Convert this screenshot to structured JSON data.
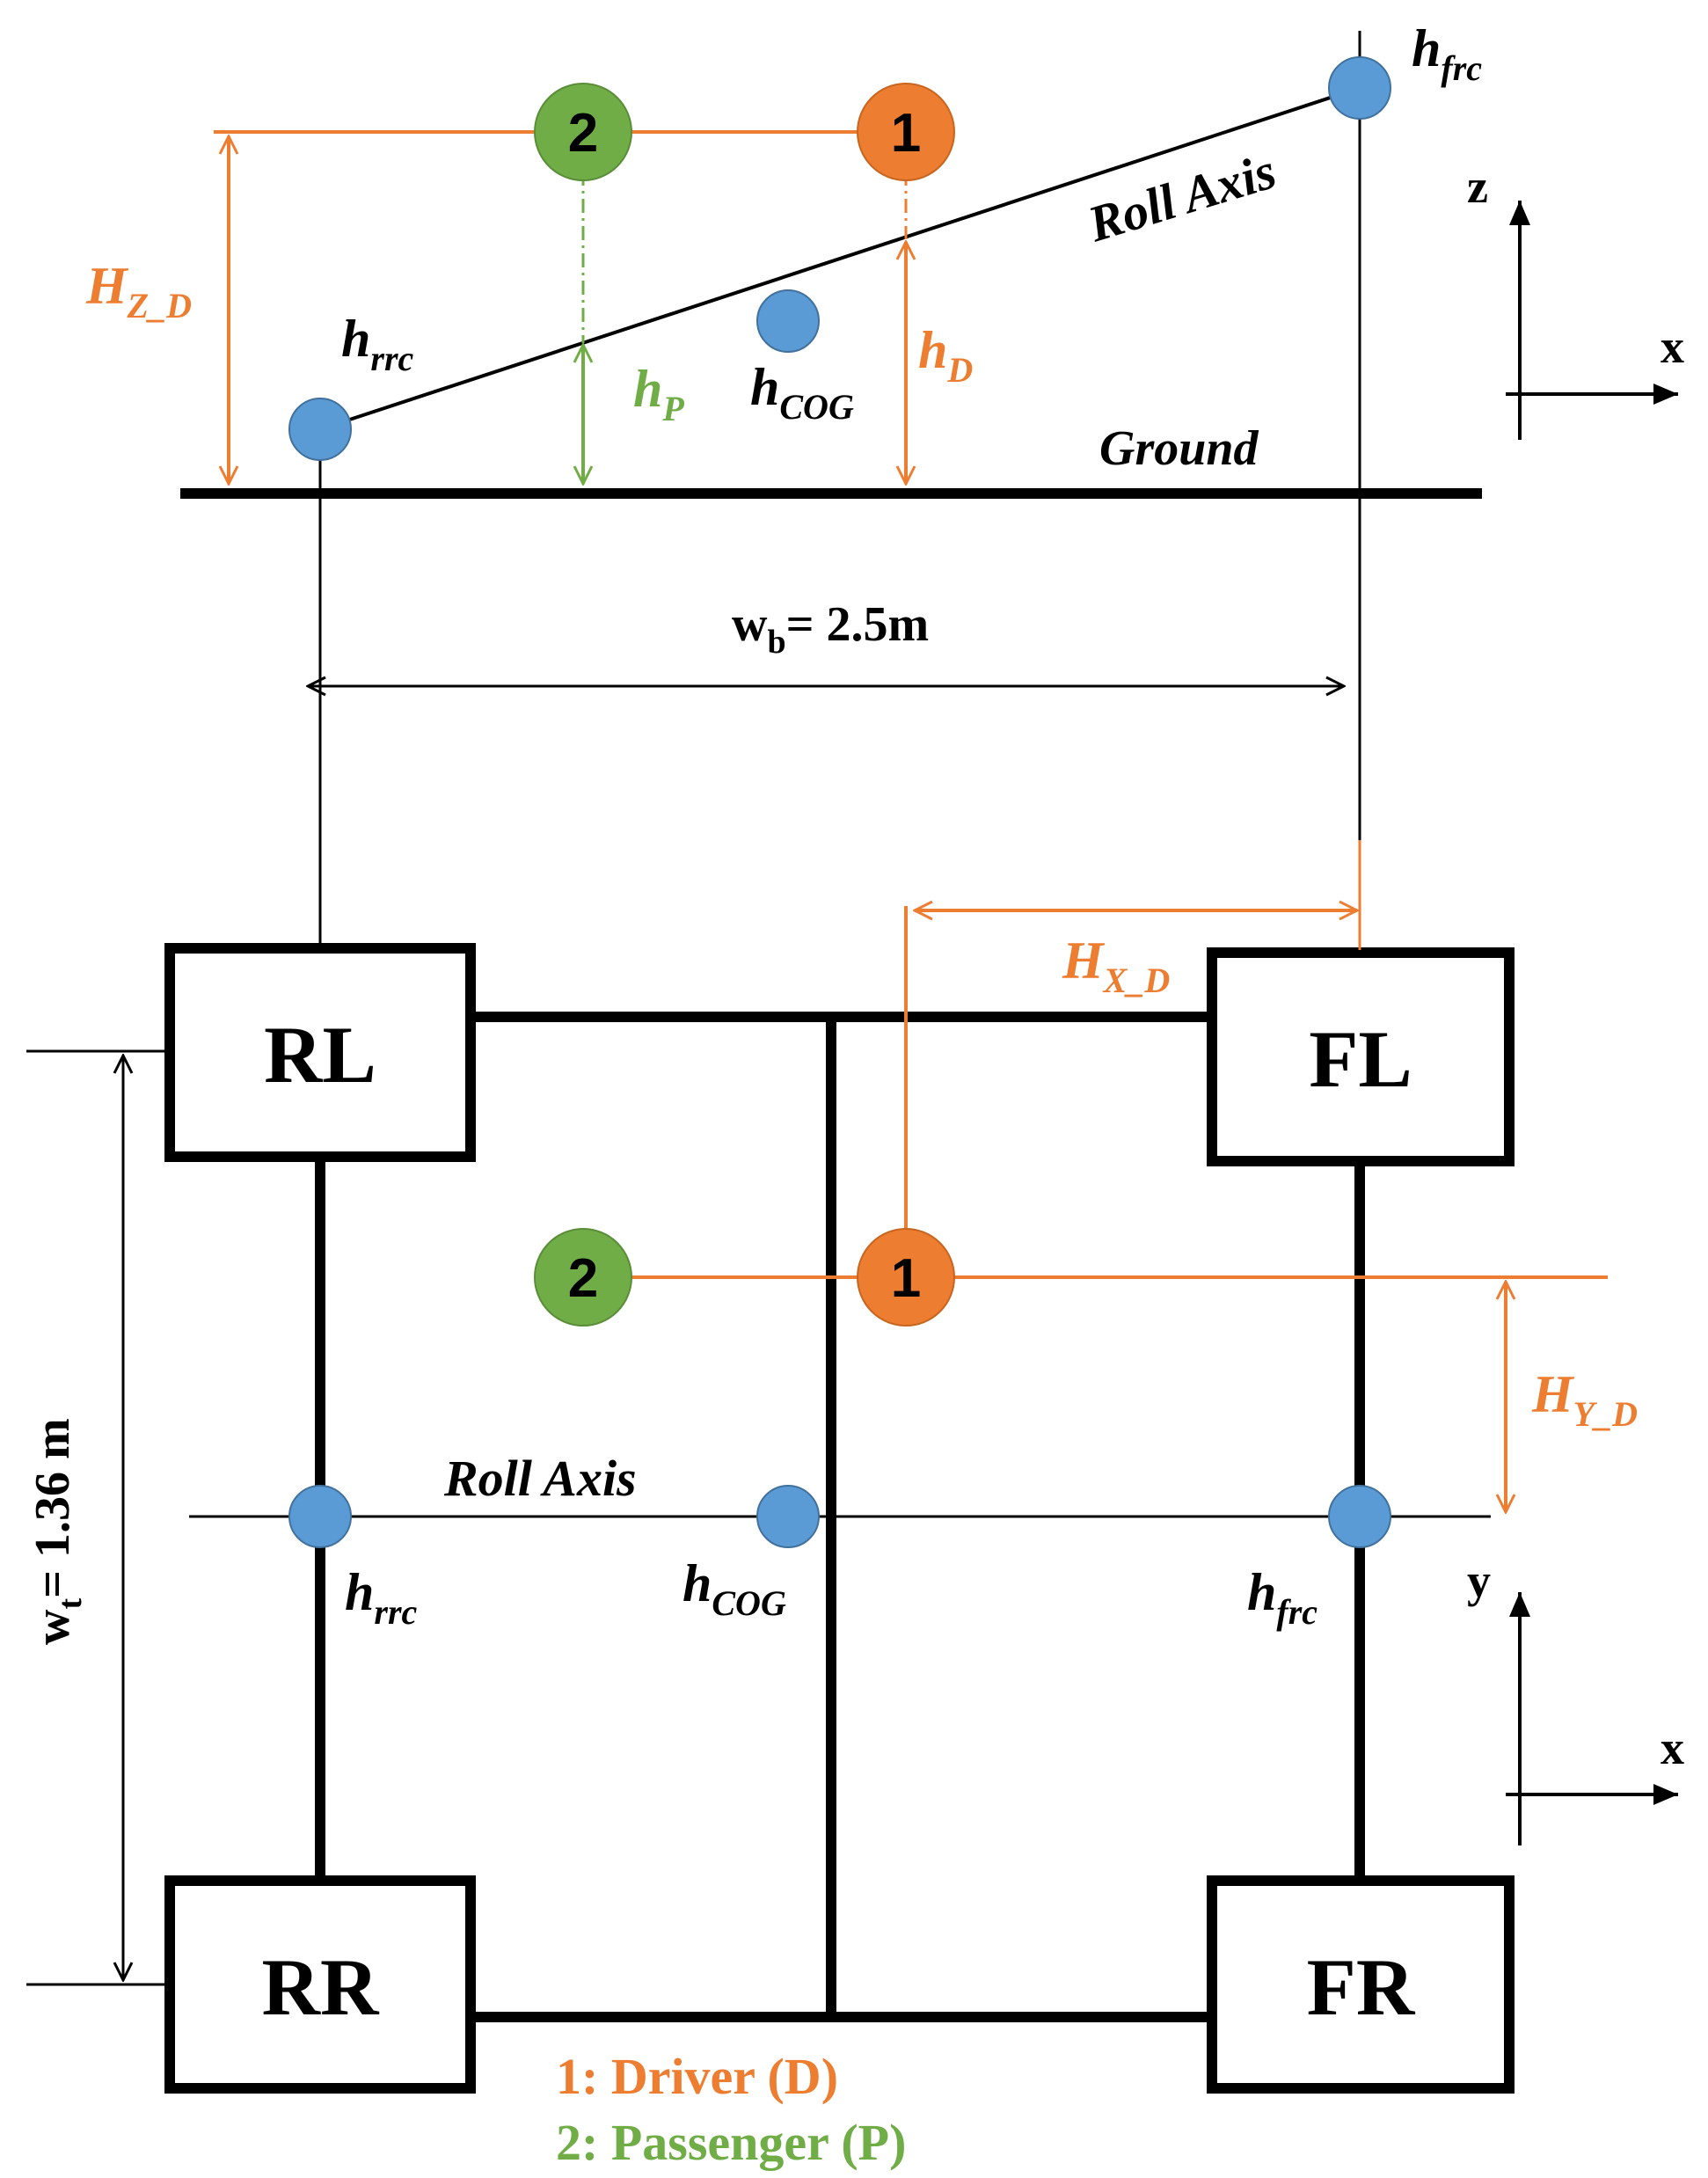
{
  "colors": {
    "black": "#000000",
    "orange": "#ED7D31",
    "green": "#70AD47",
    "blue": "#5B9BD5",
    "blue_stroke": "#41719C"
  },
  "side_view": {
    "h_frc": {
      "main": "h",
      "sub": "frc"
    },
    "h_rrc": {
      "main": "h",
      "sub": "rrc"
    },
    "h_cog": {
      "main": "h",
      "sub": "COG"
    },
    "h_p": {
      "main": "h",
      "sub": "P"
    },
    "h_d": {
      "main": "h",
      "sub": "D"
    },
    "h_z_d": {
      "main": "H",
      "sub": "Z_D"
    },
    "roll_axis": "Roll Axis",
    "ground": "Ground",
    "axis_vertical": "z",
    "axis_horizontal": "x",
    "marker_passenger": "2",
    "marker_driver": "1"
  },
  "wheelbase": {
    "main": "w",
    "sub": "b",
    "value": "= 2.5m"
  },
  "top_view": {
    "wheels": {
      "rl": "RL",
      "fl": "FL",
      "rr": "RR",
      "fr": "FR"
    },
    "h_x_d": {
      "main": "H",
      "sub": "X_D"
    },
    "h_y_d": {
      "main": "H",
      "sub": "Y_D"
    },
    "roll_axis": "Roll Axis",
    "h_rrc": {
      "main": "h",
      "sub": "rrc"
    },
    "h_cog": {
      "main": "h",
      "sub": "COG"
    },
    "h_frc": {
      "main": "h",
      "sub": "frc"
    },
    "axis_vertical": "y",
    "axis_horizontal": "x",
    "track_width": {
      "main": "w",
      "sub": "t",
      "value": "= 1.36 m"
    },
    "marker_passenger": "2",
    "marker_driver": "1"
  },
  "legend": {
    "driver": "1: Driver (D)",
    "passenger": "2: Passenger (P)"
  }
}
